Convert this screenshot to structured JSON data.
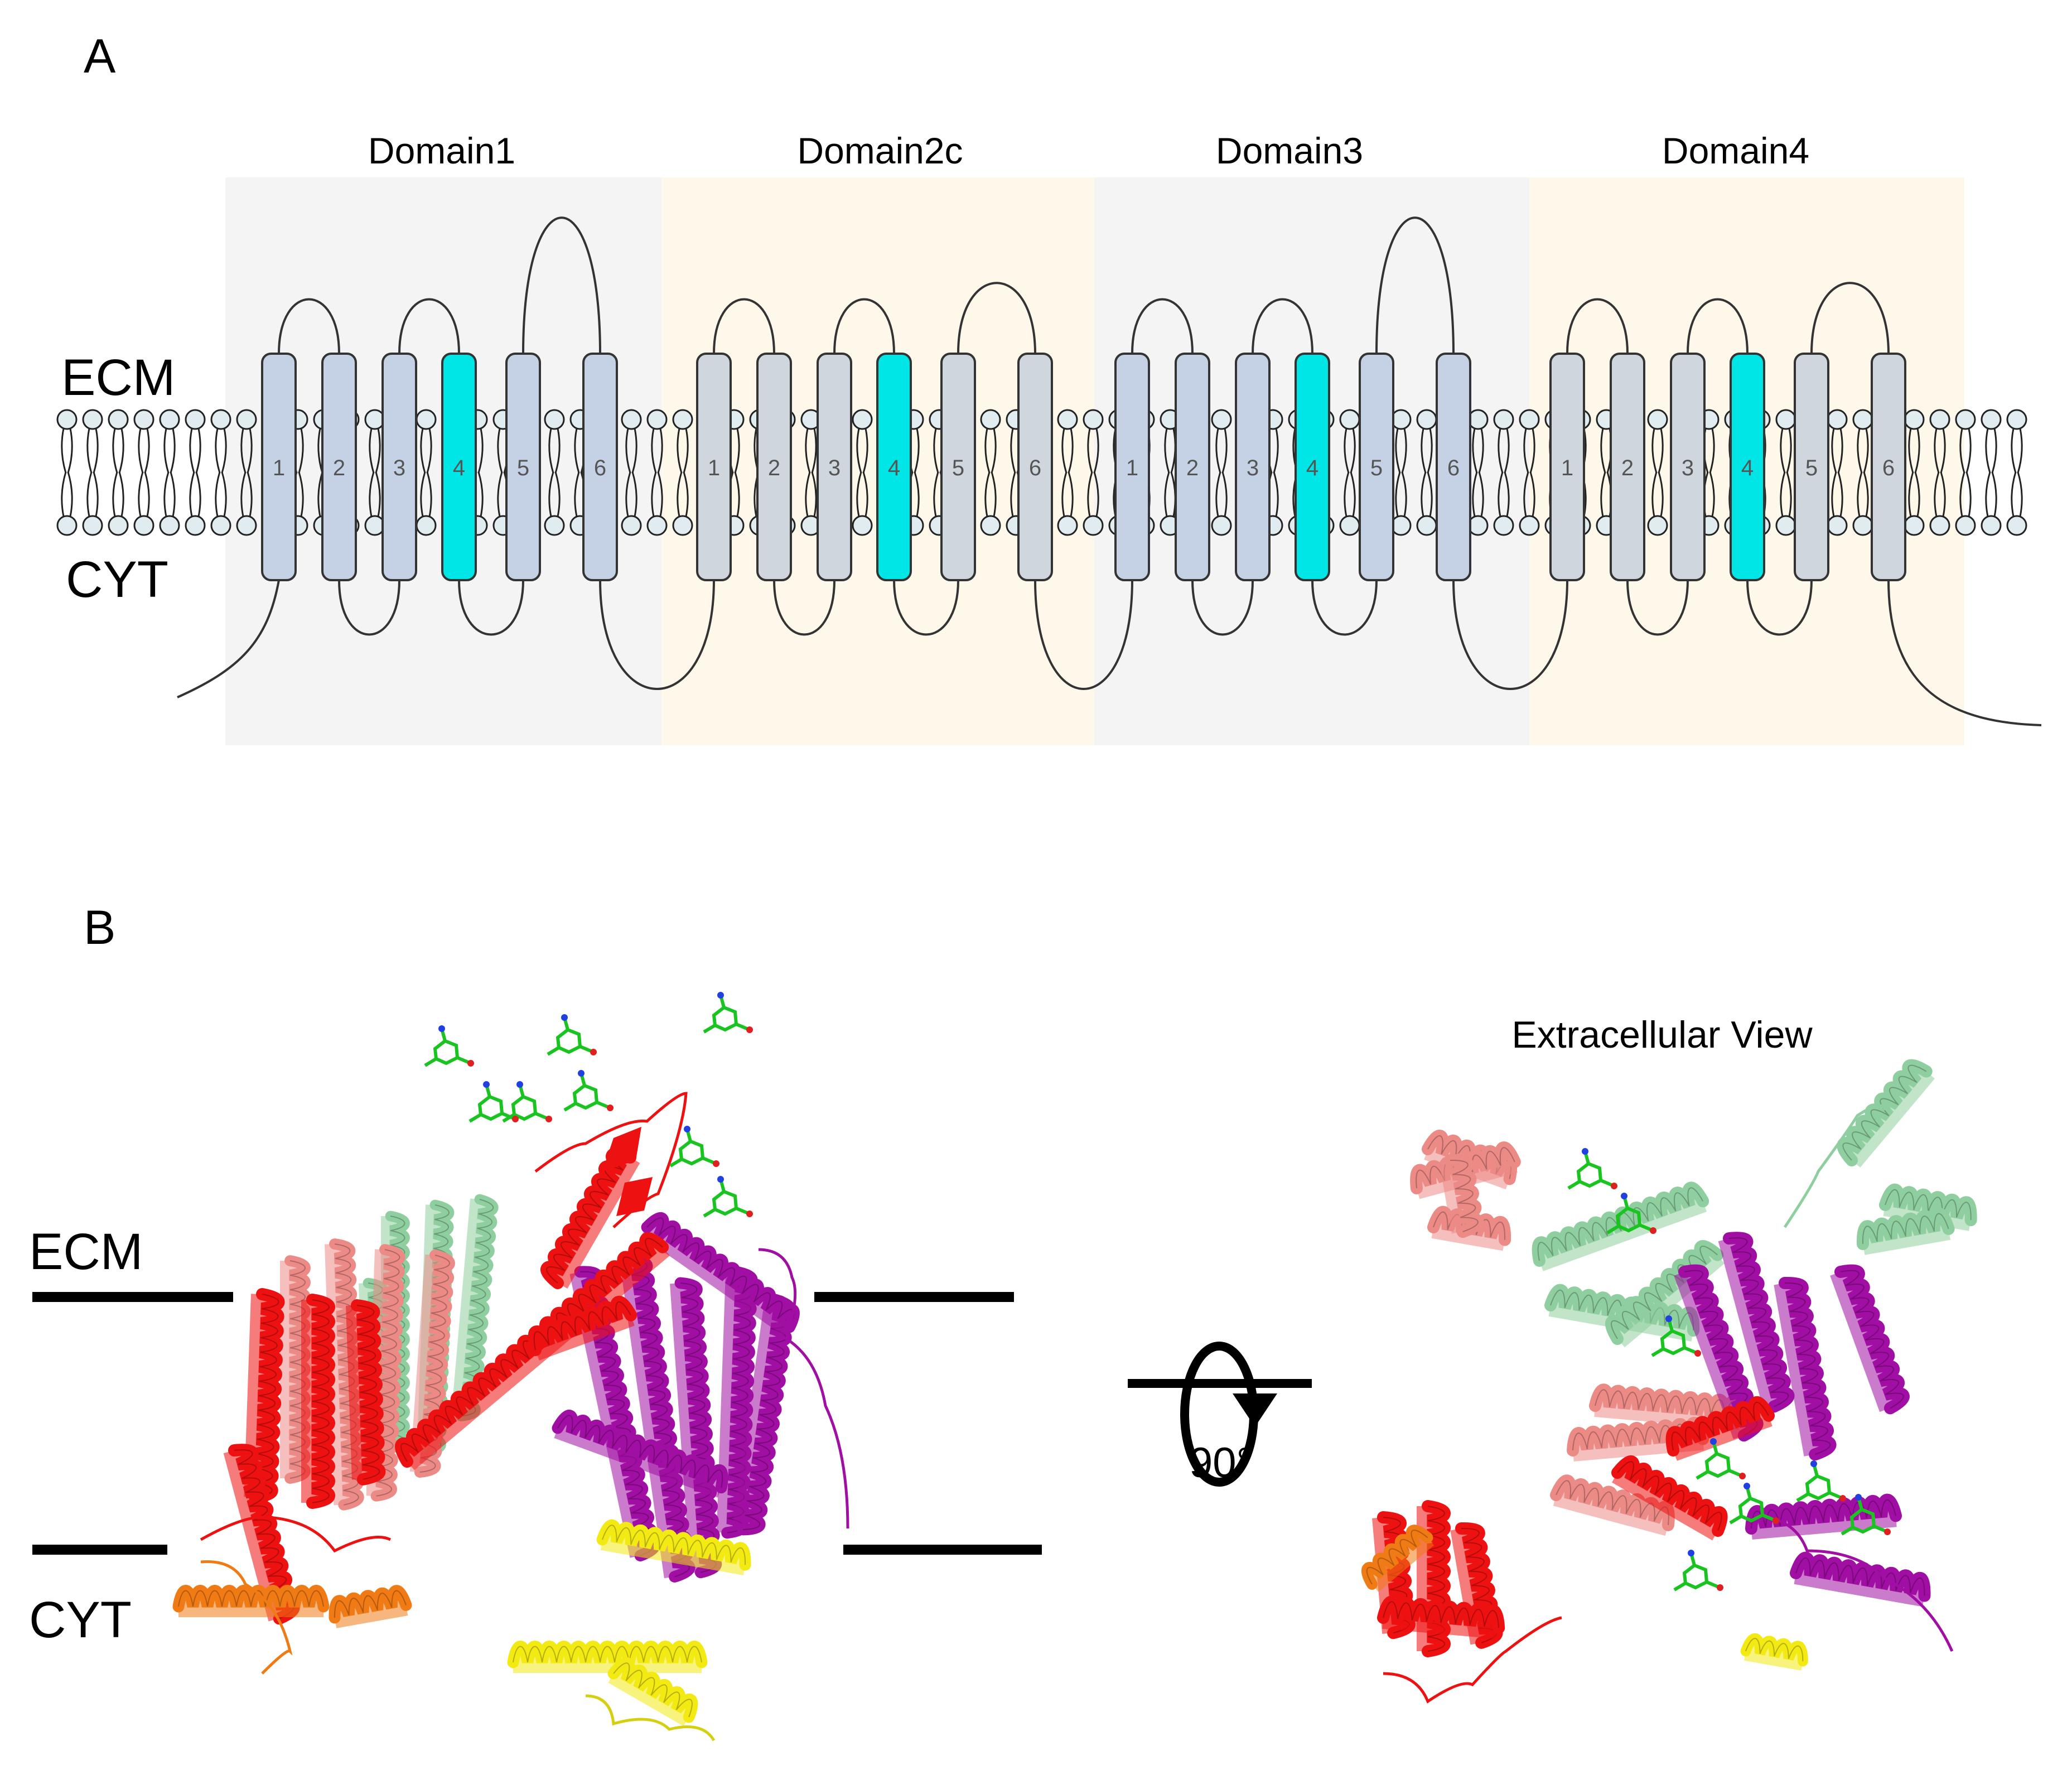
{
  "panel_a": {
    "letter": "A",
    "ecm_label": "ECM",
    "cyt_label": "CYT",
    "domains": [
      {
        "title": "Domain1",
        "helices": [
          "1",
          "2",
          "3",
          "4",
          "5",
          "6"
        ],
        "highlight": "4"
      },
      {
        "title": "Domain2c",
        "helices": [
          "1",
          "2",
          "3",
          "4",
          "5",
          "6"
        ],
        "highlight": "4"
      },
      {
        "title": "Domain3",
        "helices": [
          "1",
          "2",
          "3",
          "4",
          "5",
          "6"
        ],
        "highlight": "4"
      },
      {
        "title": "Domain4",
        "helices": [
          "1",
          "2",
          "3",
          "4",
          "5",
          "6"
        ],
        "highlight": "4"
      }
    ]
  },
  "panel_b": {
    "letter": "B",
    "ecm_label": "ECM",
    "cyt_label": "CYT",
    "rotation_label": "90°",
    "right_title": "Extracellular View"
  },
  "colors": {
    "highlight_helix": "#00e5e5",
    "helix_blue": "#c5d2e5",
    "helix_grey": "#cfd6dd",
    "domain_bg_grey": "#f4f4f4",
    "domain_bg_cream": "#fdf8ea",
    "domain1": "#ee1111",
    "domain2": "#ec8a86",
    "domain3": "#8fcf9f",
    "domain4": "#a10ea3",
    "cyt_orange": "#f07a14",
    "cyt_yellow": "#f2ea12",
    "glycan": "#19c421",
    "lipid_head": "#e1ecf1"
  }
}
